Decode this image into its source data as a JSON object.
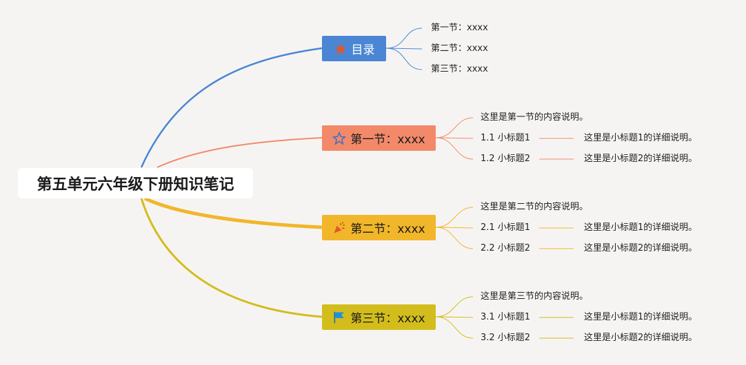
{
  "root": {
    "title": "第五单元六年级下册知识笔记"
  },
  "colors": {
    "toc": "#4a86d4",
    "section1": "#f28a6a",
    "section2": "#f1b62a",
    "section3": "#d3bd1d",
    "background": "#f6f4f3"
  },
  "toc": {
    "label": "目录",
    "icon": "star-filled-icon",
    "items": [
      "第一节：xxxx",
      "第二节：xxxx",
      "第三节：xxxx"
    ]
  },
  "sections": [
    {
      "label": "第一节：xxxx",
      "icon": "star-outline-icon",
      "intro": "这里是第一节的内容说明。",
      "subs": [
        {
          "title": "1.1 小标题1",
          "desc": "这里是小标题1的详细说明。"
        },
        {
          "title": "1.2 小标题2",
          "desc": "这里是小标题2的详细说明。"
        }
      ]
    },
    {
      "label": "第二节：xxxx",
      "icon": "party-popper-icon",
      "intro": "这里是第二节的内容说明。",
      "subs": [
        {
          "title": "2.1 小标题1",
          "desc": "这里是小标题1的详细说明。"
        },
        {
          "title": "2.2 小标题2",
          "desc": "这里是小标题2的详细说明。"
        }
      ]
    },
    {
      "label": "第三节：xxxx",
      "icon": "flag-icon",
      "intro": "这里是第三节的内容说明。",
      "subs": [
        {
          "title": "3.1 小标题1",
          "desc": "这里是小标题1的详细说明。"
        },
        {
          "title": "3.2 小标题2",
          "desc": "这里是小标题2的详细说明。"
        }
      ]
    }
  ]
}
